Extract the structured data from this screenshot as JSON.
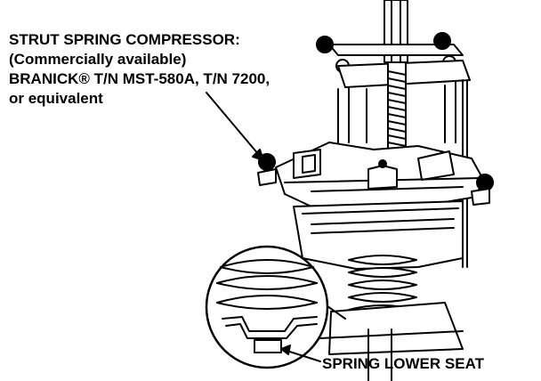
{
  "labels": {
    "tool": {
      "line1": "STRUT SPRING COMPRESSOR:",
      "line2": "(Commercially available)",
      "line3": "BRANICK® T/N MST-580A, T/N 7200,",
      "line4": "or equivalent"
    },
    "seat": "SPRING LOWER SEAT"
  },
  "colors": {
    "ink": "#000000",
    "paper": "#ffffff"
  }
}
